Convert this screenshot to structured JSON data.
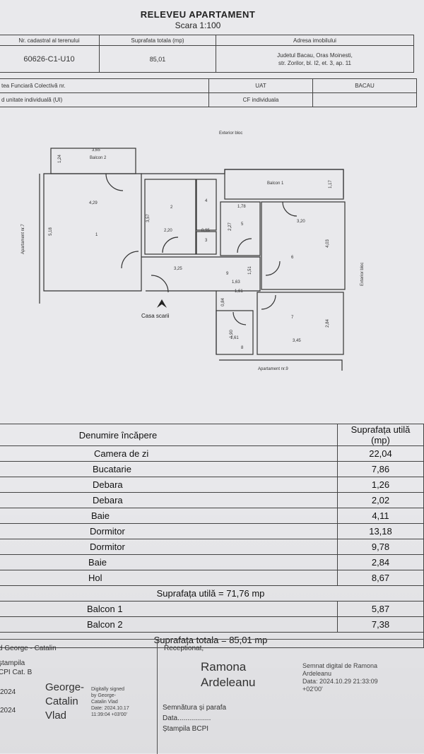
{
  "header": {
    "title": "RELEVEU APARTAMENT",
    "scale": "Scara 1:100"
  },
  "top_table": {
    "col1_head": "Nr. cadastral al terenului",
    "col2_head": "Suprafata totala (mp)",
    "col3_head": "Adresa imobilului",
    "cadastral": "60626-C1-U10",
    "suprafata": "85,01",
    "address_line1": "Judetul Bacau, Oras Moinesti,",
    "address_line2": "str. Zorilor, bl. I2, et. 3, ap. 11",
    "row3_label": "tea Funciară Colectivă nr.",
    "row3_uat": "UAT",
    "row3_uat_value": "BACAU",
    "row4_label": "d unitate individuală (UI)",
    "row4_cf": "CF individuala"
  },
  "plan": {
    "exterior_top": "Exterior bloc",
    "exterior_right": "Exterior bloc",
    "left_label": "Apartament nr.7",
    "bottom_label": "Apartament nr.9",
    "stair_label": "Casa scarii",
    "balcon2": "Balcon 2",
    "balcon1": "Balcon 1",
    "dims": [
      "3,65",
      "1,24",
      "4,29",
      "5,18",
      "3,57",
      "2,20",
      "0,95",
      "1,17",
      "1,78",
      "2,27",
      "3,20",
      "4,03",
      "3,25",
      "1,63",
      "1,61",
      "1,51",
      "0,84",
      "3,45",
      "2,84",
      "1,61",
      "1,90"
    ],
    "room_numbers": [
      "1",
      "2",
      "3",
      "4",
      "5",
      "6",
      "7",
      "8",
      "9"
    ]
  },
  "rooms_table": {
    "head_name": "Denumire încăpere",
    "head_area": "Suprafața utilă (mp)",
    "rows": [
      {
        "name": "Camera de zi",
        "area": "22,04"
      },
      {
        "name": "Bucatarie",
        "area": "7,86"
      },
      {
        "name": "Debara",
        "area": "1,26"
      },
      {
        "name": "Debara",
        "area": "2,02"
      },
      {
        "name": "Baie",
        "area": "4,11"
      },
      {
        "name": "Dormitor",
        "area": "13,18"
      },
      {
        "name": "Dormitor",
        "area": "9,78"
      },
      {
        "name": "Baie",
        "area": "2,84"
      },
      {
        "name": "Hol",
        "area": "8,67"
      }
    ],
    "usable_total": "Suprafața utilă = 71,76 mp",
    "balconies": [
      {
        "name": "Balcon 1",
        "area": "5,87"
      },
      {
        "name": "Balcon 2",
        "area": "7,38"
      }
    ],
    "grand_total": "Suprafața totala = 85,01 mp"
  },
  "footer": {
    "left_name": "d George - Catalin",
    "left_stamp": "ștampila",
    "left_cat": "CPI Cat. B",
    "left_year1": "2024",
    "left_year2": "2024",
    "sig1_name_l1": "George-",
    "sig1_name_l2": "Catalin",
    "sig1_name_l3": "Vlad",
    "sig1_d1": "Digitally signed",
    "sig1_d2": "by George-",
    "sig1_d3": "Catalin Vlad",
    "sig1_d4": "Date: 2024.10.17",
    "sig1_d5": "11:39:04 +03'00'",
    "receptionat": "Receptionat,",
    "sig2_name_l1": "Ramona",
    "sig2_name_l2": "Ardeleanu",
    "sig2_d1": "Semnat digital de Ramona",
    "sig2_d2": "Ardeleanu",
    "sig2_d3": "Data: 2024.10.29 21:33:09",
    "sig2_d4": "+02'00'",
    "semnatura": "Semnătura și parafa",
    "data_line": "Data.................",
    "stampila_bcpi": "Ștampila BCPI"
  }
}
